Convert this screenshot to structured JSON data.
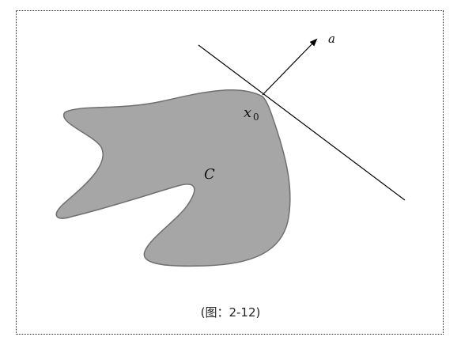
{
  "figure": {
    "set_label": "C",
    "point_label": "x",
    "point_subscript": "0",
    "normal_label": "a",
    "caption": "(图：2-12)",
    "colors": {
      "region_fill": "#a6a6a6",
      "region_stroke": "#6f6f6f",
      "lines": "#000000",
      "border": "#222222"
    }
  }
}
